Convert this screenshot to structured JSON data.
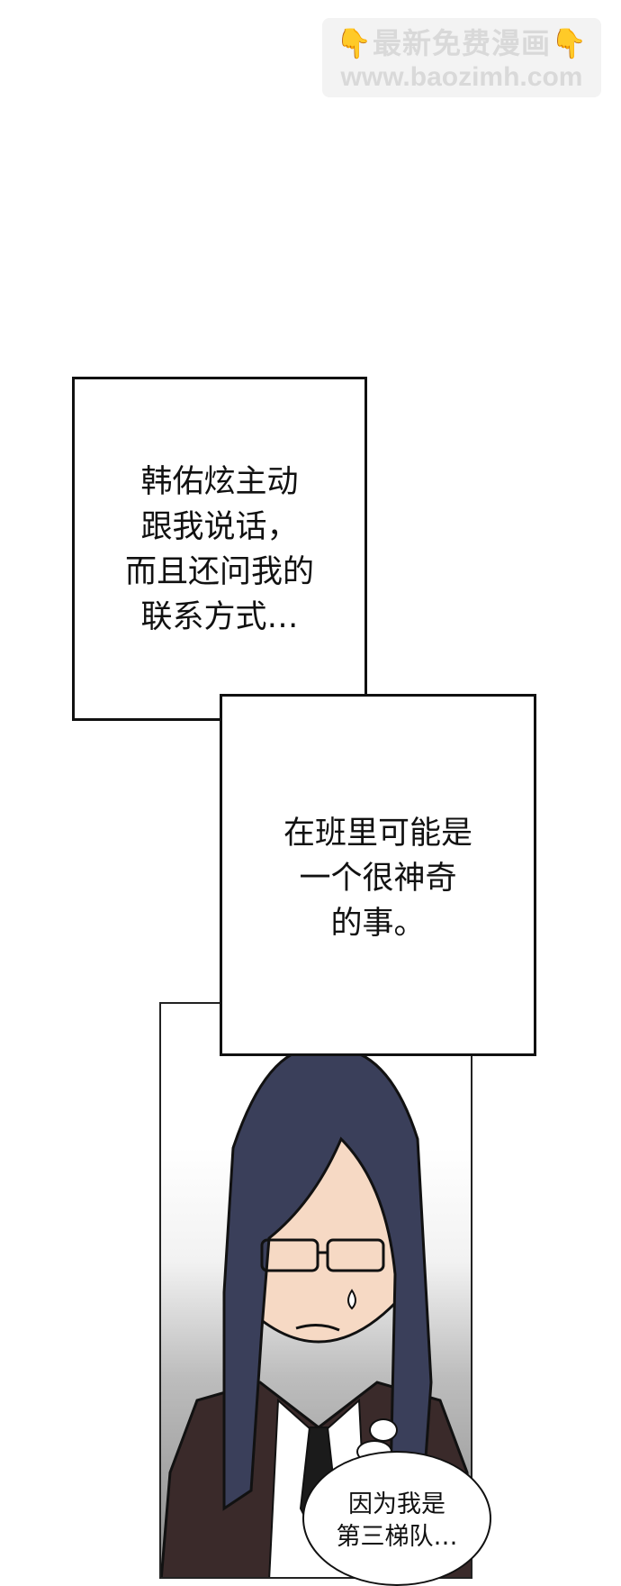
{
  "watermark": {
    "line1": "最新免费漫画",
    "line2": "www.baozimh.com",
    "hand_icon": "pointing-down-hand-icon"
  },
  "narration_1": {
    "lines": [
      "韩佑炫主动",
      "跟我说话，",
      "而且还问我的",
      "联系方式…"
    ]
  },
  "narration_2": {
    "lines": [
      "在班里可能是",
      "一个很神奇",
      "的事。"
    ]
  },
  "speech_bubble": {
    "lines": [
      "因为我是",
      "第三梯队…"
    ]
  },
  "colors": {
    "ink": "#111111",
    "hair": "#3a3f5a",
    "suit": "#3a2a2a",
    "skin": "#f6d9c4"
  }
}
